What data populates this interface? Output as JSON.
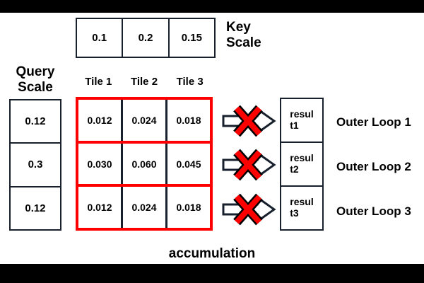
{
  "figure": {
    "title_absent": true,
    "background": "#ffffff",
    "letterbox_color": "#000000",
    "accent_red": "#ff0000",
    "line_dark": "#17202c"
  },
  "key_scale": {
    "label": "Key\nScale",
    "label_line1": "Key",
    "label_line2": "Scale",
    "values": [
      "0.1",
      "0.2",
      "0.15"
    ]
  },
  "query_scale": {
    "label_line1": "Query",
    "label_line2": "Scale",
    "values": [
      "0.12",
      "0.3",
      "0.12"
    ]
  },
  "tiles": {
    "headers": [
      "Tile 1",
      "Tile 2",
      "Tile 3"
    ]
  },
  "matrix": {
    "border_color": "#ff0000",
    "divider_color": "#17202c",
    "rows": [
      [
        "0.012",
        "0.024",
        "0.018"
      ],
      [
        "0.030",
        "0.060",
        "0.045"
      ],
      [
        "0.012",
        "0.024",
        "0.018"
      ]
    ]
  },
  "arrows": [
    {
      "name": "arrow-x-row-1",
      "icon": "block-arrow-right-with-red-x",
      "color": "#ff0000"
    },
    {
      "name": "arrow-x-row-2",
      "icon": "block-arrow-right-with-red-x",
      "color": "#ff0000"
    },
    {
      "name": "arrow-x-row-3",
      "icon": "block-arrow-right-with-red-x",
      "color": "#ff0000"
    }
  ],
  "results": {
    "cells": [
      {
        "line1": "resul",
        "line2": "t1",
        "full": "result1"
      },
      {
        "line1": "resul",
        "line2": "t2",
        "full": "result2"
      },
      {
        "line1": "resul",
        "line2": "t3",
        "full": "result3"
      }
    ]
  },
  "outer_loops": [
    "Outer Loop 1",
    "Outer Loop 2",
    "Outer Loop 3"
  ],
  "footer": {
    "accumulation_label": "accumulation"
  }
}
